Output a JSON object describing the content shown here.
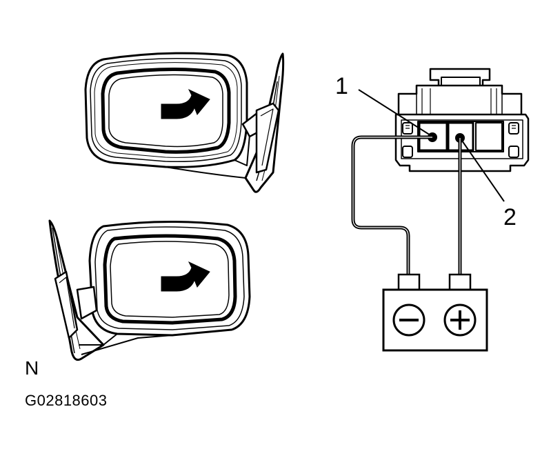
{
  "callouts": {
    "terminal_1": "1",
    "terminal_2": "2"
  },
  "battery": {
    "negative_symbol": "−",
    "positive_symbol": "+"
  },
  "figure": {
    "view_label": "N",
    "code": "G02818603"
  },
  "icons": {
    "direction_arrow": "curved-right-arrow-icon",
    "mirror": "side-mirror-icon",
    "connector": "connector-icon",
    "battery": "battery-icon"
  },
  "colors": {
    "line": "#000000",
    "background": "#ffffff"
  }
}
